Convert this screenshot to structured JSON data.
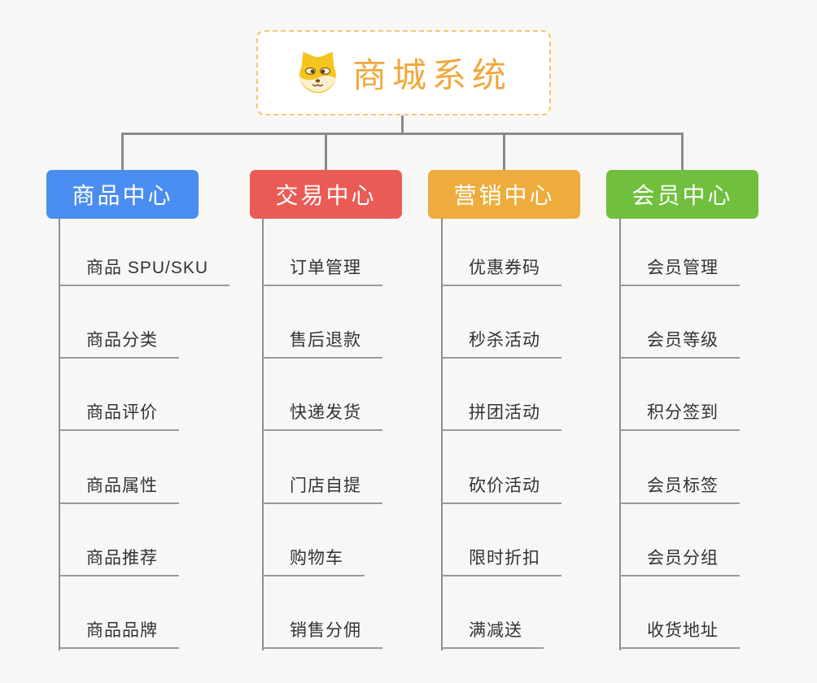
{
  "root": {
    "title": "商城系统"
  },
  "branches": [
    {
      "label": "商品中心",
      "color": "#4A8DF0",
      "children": [
        "商品 SPU/SKU",
        "商品分类",
        "商品评价",
        "商品属性",
        "商品推荐",
        "商品品牌"
      ]
    },
    {
      "label": "交易中心",
      "color": "#EA5B55",
      "children": [
        "订单管理",
        "售后退款",
        "快递发货",
        "门店自提",
        "购物车",
        "销售分佣"
      ]
    },
    {
      "label": "营销中心",
      "color": "#EDAC3C",
      "children": [
        "优惠券码",
        "秒杀活动",
        "拼团活动",
        "砍价活动",
        "限时折扣",
        "满减送"
      ]
    },
    {
      "label": "会员中心",
      "color": "#70BF3E",
      "children": [
        "会员管理",
        "会员等级",
        "积分签到",
        "会员标签",
        "会员分组",
        "收货地址"
      ]
    }
  ],
  "colors": {
    "root_text": "#F0A83C",
    "root_border": "#F6C477",
    "connector": "#8A8A8A",
    "child_line": "#9A9A9A",
    "child_text": "#333333",
    "canvas_bg": "#F7F7F6"
  },
  "icons": {
    "root": "dog-face-icon"
  }
}
